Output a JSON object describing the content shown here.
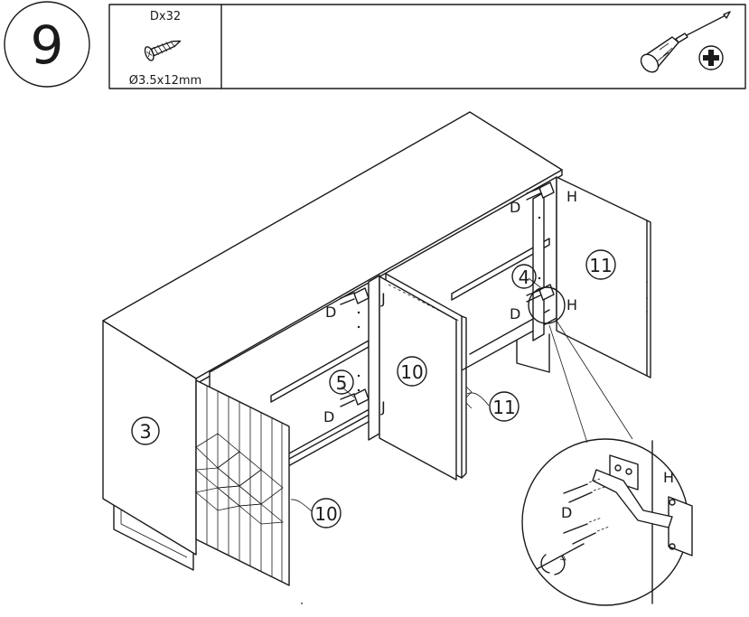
{
  "step": {
    "number": "9"
  },
  "hardware": {
    "quantity": "Dx32",
    "size": "Ø3.5x12mm",
    "screw_icon": "screw-icon"
  },
  "tool": {
    "icon": "phillips-screwdriver-icon"
  },
  "callouts": {
    "part_3": "3",
    "part_4": "4",
    "part_5": "5",
    "part_10_center": "10",
    "part_10_lower": "10",
    "part_11_right": "11",
    "part_11_middle": "11"
  },
  "hinge_letters": {
    "h_top": "H",
    "h_mid": "H",
    "h_detail": "H",
    "j_top": "J",
    "j_low": "J",
    "d_top": "D",
    "d_mid": "D",
    "d_left_top": "D",
    "d_left_low": "D",
    "d_detail": "D"
  }
}
